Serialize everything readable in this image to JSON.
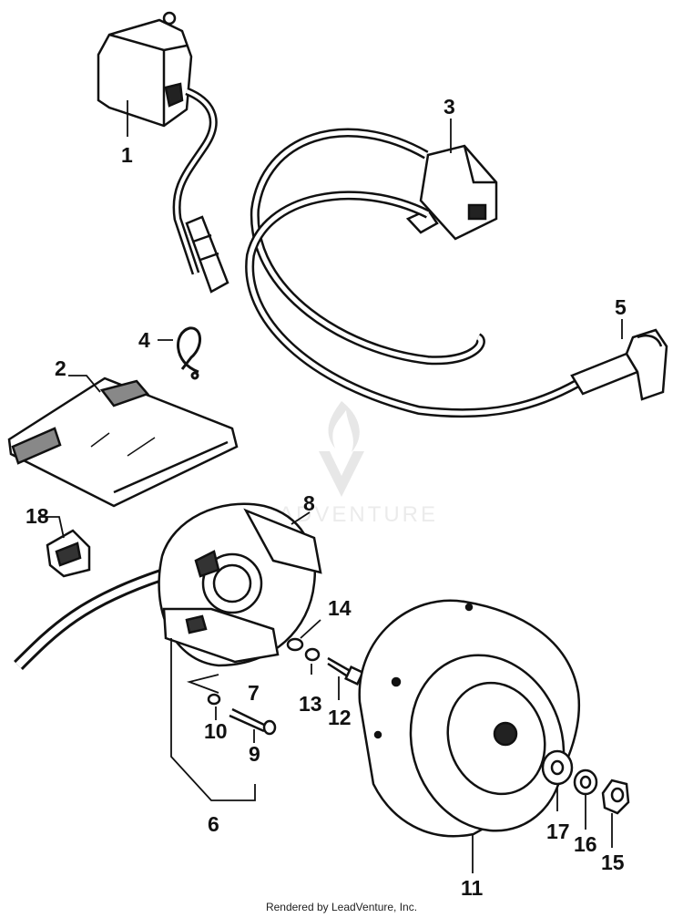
{
  "diagram": {
    "callouts": {
      "c1": "1",
      "c2": "2",
      "c3": "3",
      "c4": "4",
      "c5": "5",
      "c6": "6",
      "c7": "7",
      "c8": "8",
      "c9": "9",
      "c10": "10",
      "c11": "11",
      "c12": "12",
      "c13": "13",
      "c14": "14",
      "c15": "15",
      "c16": "16",
      "c17": "17",
      "c18": "18"
    },
    "watermark": "ADVENTURE",
    "footer": "Rendered by LeadVenture, Inc."
  },
  "colors": {
    "line": "#111111",
    "watermark": "#d8d8d8",
    "background": "#ffffff"
  }
}
